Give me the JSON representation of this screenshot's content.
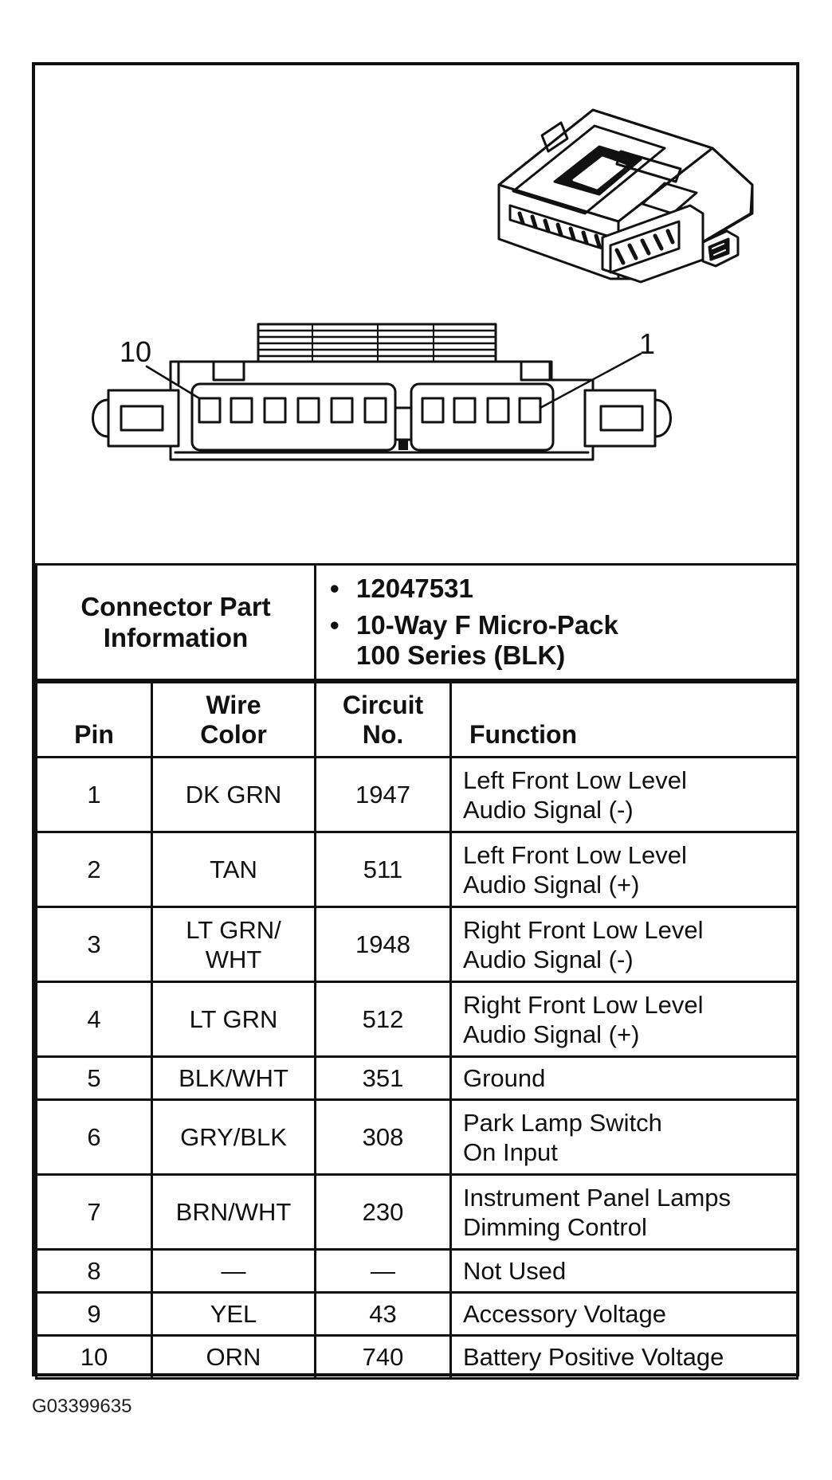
{
  "connector_callouts": {
    "left_pin": "10",
    "right_pin": "1"
  },
  "connector_info": {
    "label_lines": [
      "Connector Part",
      "Information"
    ],
    "values": [
      {
        "lines": [
          "12047531"
        ]
      },
      {
        "lines": [
          "10-Way F Micro-Pack",
          "100 Series (BLK)"
        ]
      }
    ],
    "bullet": "•"
  },
  "pin_table": {
    "headers": {
      "pin": [
        "Pin"
      ],
      "wire_color": [
        "Wire",
        "Color"
      ],
      "circuit_no": [
        "Circuit",
        "No."
      ],
      "function": [
        "Function"
      ]
    },
    "rows": [
      {
        "pin": "1",
        "wire_color": [
          "DK GRN"
        ],
        "circuit": "1947",
        "function": [
          "Left Front Low Level",
          "Audio Signal (-)"
        ]
      },
      {
        "pin": "2",
        "wire_color": [
          "TAN"
        ],
        "circuit": "511",
        "function": [
          "Left Front Low Level",
          "Audio Signal (+)"
        ]
      },
      {
        "pin": "3",
        "wire_color": [
          "LT GRN/",
          "WHT"
        ],
        "circuit": "1948",
        "function": [
          "Right Front Low Level",
          "Audio Signal (-)"
        ]
      },
      {
        "pin": "4",
        "wire_color": [
          "LT GRN"
        ],
        "circuit": "512",
        "function": [
          "Right Front Low Level",
          "Audio Signal (+)"
        ]
      },
      {
        "pin": "5",
        "wire_color": [
          "BLK/WHT"
        ],
        "circuit": "351",
        "function": [
          "Ground"
        ]
      },
      {
        "pin": "6",
        "wire_color": [
          "GRY/BLK"
        ],
        "circuit": "308",
        "function": [
          "Park Lamp Switch",
          "On Input"
        ]
      },
      {
        "pin": "7",
        "wire_color": [
          "BRN/WHT"
        ],
        "circuit": "230",
        "function": [
          "Instrument Panel Lamps",
          "Dimming Control"
        ]
      },
      {
        "pin": "8",
        "wire_color": [
          "—"
        ],
        "circuit": "—",
        "function": [
          "Not Used"
        ]
      },
      {
        "pin": "9",
        "wire_color": [
          "YEL"
        ],
        "circuit": "43",
        "function": [
          "Accessory Voltage"
        ]
      },
      {
        "pin": "10",
        "wire_color": [
          "ORN"
        ],
        "circuit": "740",
        "function": [
          "Battery Positive Voltage"
        ]
      }
    ]
  },
  "figure_id": "G03399635"
}
